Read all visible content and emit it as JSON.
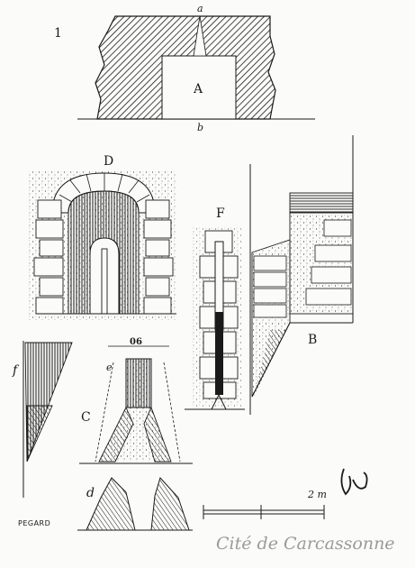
{
  "plate": {
    "figures": {
      "fig1": {
        "number": "1",
        "top_label": "a",
        "center_label": "A",
        "bottom_label": "b"
      },
      "figD": {
        "label": "D"
      },
      "figF": {
        "label": "F"
      },
      "figB": {
        "label": "B"
      },
      "figf": {
        "label": "f"
      },
      "figC": {
        "label": "C",
        "edge_label": "e",
        "dimension": "06"
      },
      "figd": {
        "label": "d"
      }
    },
    "scale_bar": {
      "label": "2 m"
    },
    "engraver_credit": "PEGARD",
    "monogram": "",
    "caption": "Cité de Carcassonne"
  },
  "colors": {
    "ink": "#1a1a1a",
    "paper": "#fbfbf9",
    "caption": "#9a9a9a"
  }
}
